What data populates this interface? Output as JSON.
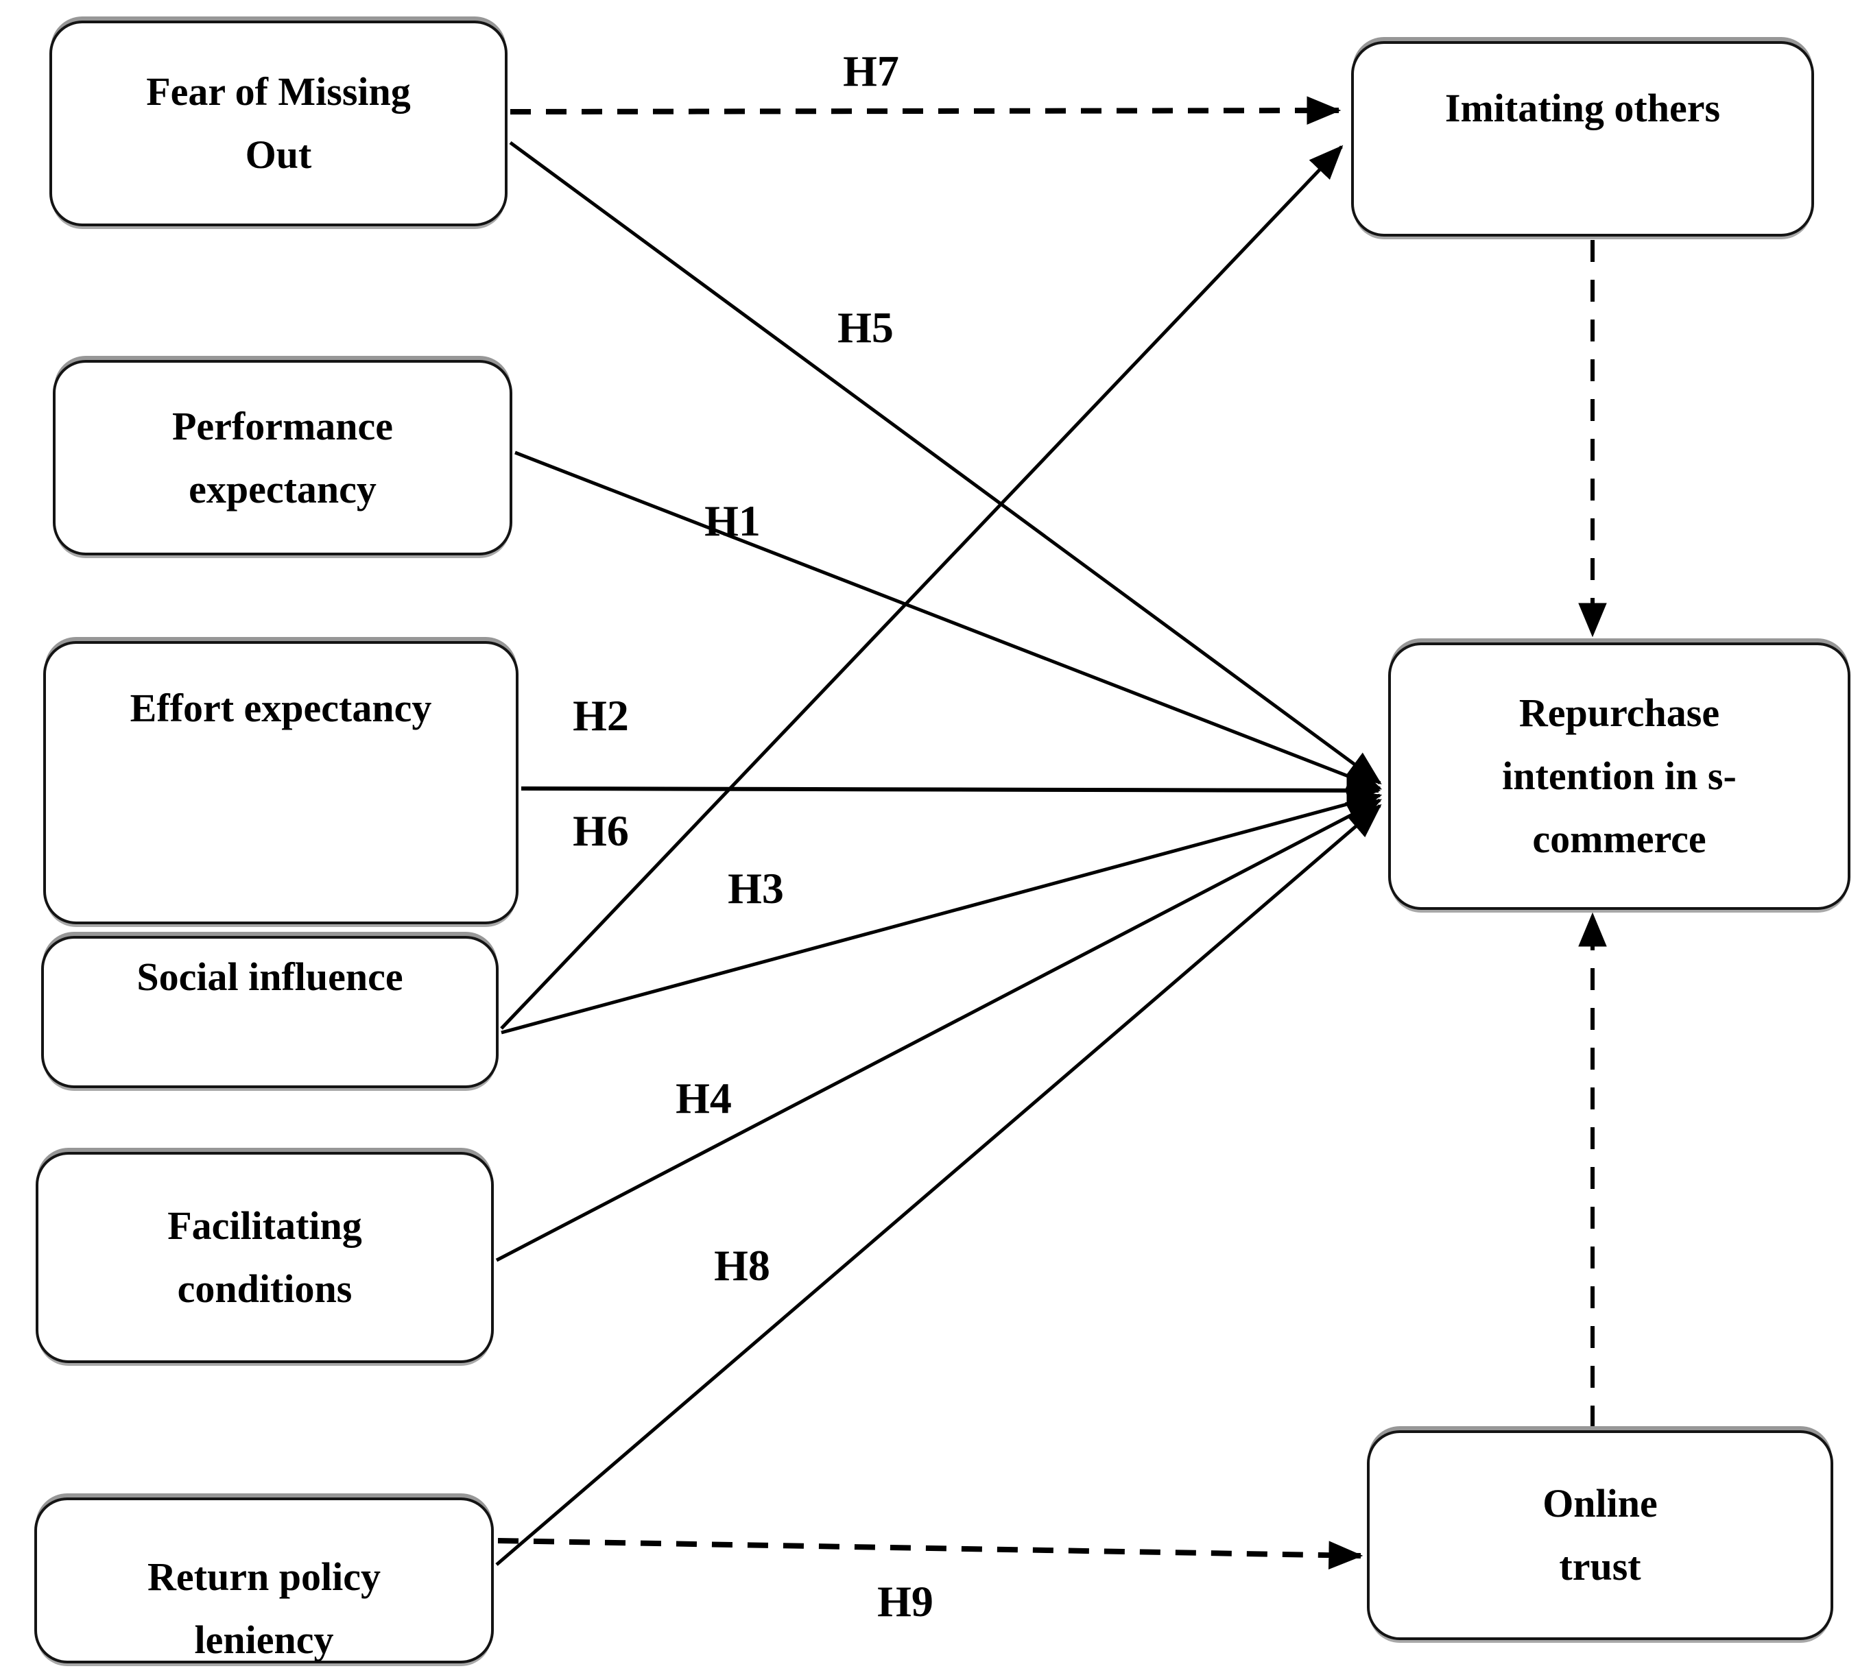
{
  "figure": {
    "background": "#ffffff",
    "ink": "#000000",
    "box_top_shadow": "#979797",
    "nodes": {
      "fomo": {
        "label": "Fear of Missing Out",
        "lines": [
          "Fear of Missing",
          "Out"
        ]
      },
      "pe": {
        "label": "Performance expectancy",
        "lines": [
          "Performance",
          "expectancy"
        ]
      },
      "ee": {
        "label": "Effort expectancy",
        "lines": [
          "Effort expectancy"
        ]
      },
      "si": {
        "label": "Social influence",
        "lines": [
          "Social influence"
        ]
      },
      "fc": {
        "label": "Facilitating conditions",
        "lines": [
          "Facilitating",
          "conditions"
        ]
      },
      "rpl": {
        "label": "Return policy leniency",
        "lines": [
          "Return policy",
          "leniency"
        ]
      },
      "imitating": {
        "label": "Imitating others",
        "lines": [
          "Imitating others"
        ]
      },
      "repurchase": {
        "label": "Repurchase intention in s-commerce",
        "lines": [
          "Repurchase",
          "intention in s-",
          "commerce"
        ]
      },
      "trust": {
        "label": "Online trust",
        "lines": [
          "Online",
          "trust"
        ]
      }
    },
    "edges": [
      {
        "label": "H7",
        "from": "Fear of Missing Out",
        "to": "Imitating others",
        "style": "dashed"
      },
      {
        "label": "H5",
        "from": "Fear of Missing Out",
        "to": "Repurchase intention in s-commerce",
        "style": "solid"
      },
      {
        "label": "H1",
        "from": "Performance expectancy",
        "to": "Repurchase intention in s-commerce",
        "style": "solid"
      },
      {
        "label": "H2",
        "from": "Effort expectancy",
        "to": "Repurchase intention in s-commerce",
        "style": "solid"
      },
      {
        "label": "H6",
        "from": "Social influence",
        "to": "Imitating others",
        "style": "solid"
      },
      {
        "label": "H3",
        "from": "Social influence",
        "to": "Repurchase intention in s-commerce",
        "style": "solid"
      },
      {
        "label": "H4",
        "from": "Facilitating conditions",
        "to": "Repurchase intention in s-commerce",
        "style": "solid"
      },
      {
        "label": "H8",
        "from": "Return policy leniency",
        "to": "Repurchase intention in s-commerce",
        "style": "solid"
      },
      {
        "label": "H9",
        "from": "Return policy leniency",
        "to": "Online trust",
        "style": "dashed"
      },
      {
        "label": "",
        "from": "Imitating others",
        "to": "Repurchase intention in s-commerce",
        "style": "dashed"
      },
      {
        "label": "",
        "from": "Online trust",
        "to": "Repurchase intention in s-commerce",
        "style": "dashed"
      }
    ]
  }
}
